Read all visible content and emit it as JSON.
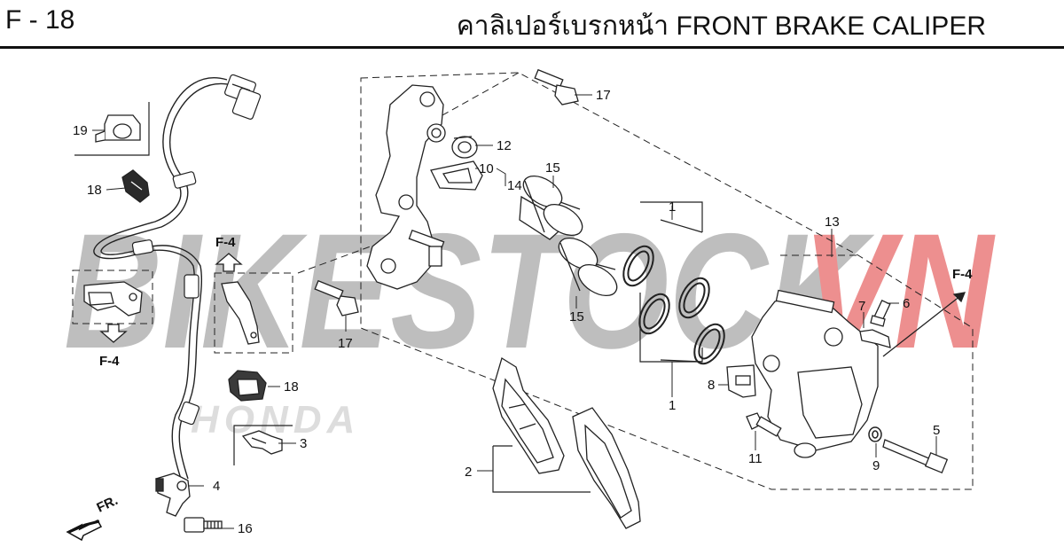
{
  "header": {
    "code": "F - 18",
    "title": "คาลิเปอร์เบรกหน้า  FRONT BRAKE CALIPER"
  },
  "watermark": {
    "part1": "BIKESTOCK",
    "part2": "VN",
    "brand": "HONDA",
    "color_dark": "#a9a9a9",
    "color_red": "#e86a6a"
  },
  "labels": {
    "p1a": "1",
    "p1b": "1",
    "p2": "2",
    "p3": "3",
    "p4": "4",
    "p5": "5",
    "p6": "6",
    "p7": "7",
    "p8": "8",
    "p9": "9",
    "p10": "10",
    "p11": "11",
    "p12": "12",
    "p13": "13",
    "p14": "14",
    "p15a": "15",
    "p15b": "15",
    "p16": "16",
    "p17a": "17",
    "p17b": "17",
    "p18a": "18",
    "p18b": "18",
    "p19": "19"
  },
  "refs": {
    "f4_a": "F-4",
    "f4_b": "F-4",
    "f4_c": "F-4"
  },
  "direction": {
    "label": "FR.",
    "icon": "front-direction-arrow-icon"
  }
}
